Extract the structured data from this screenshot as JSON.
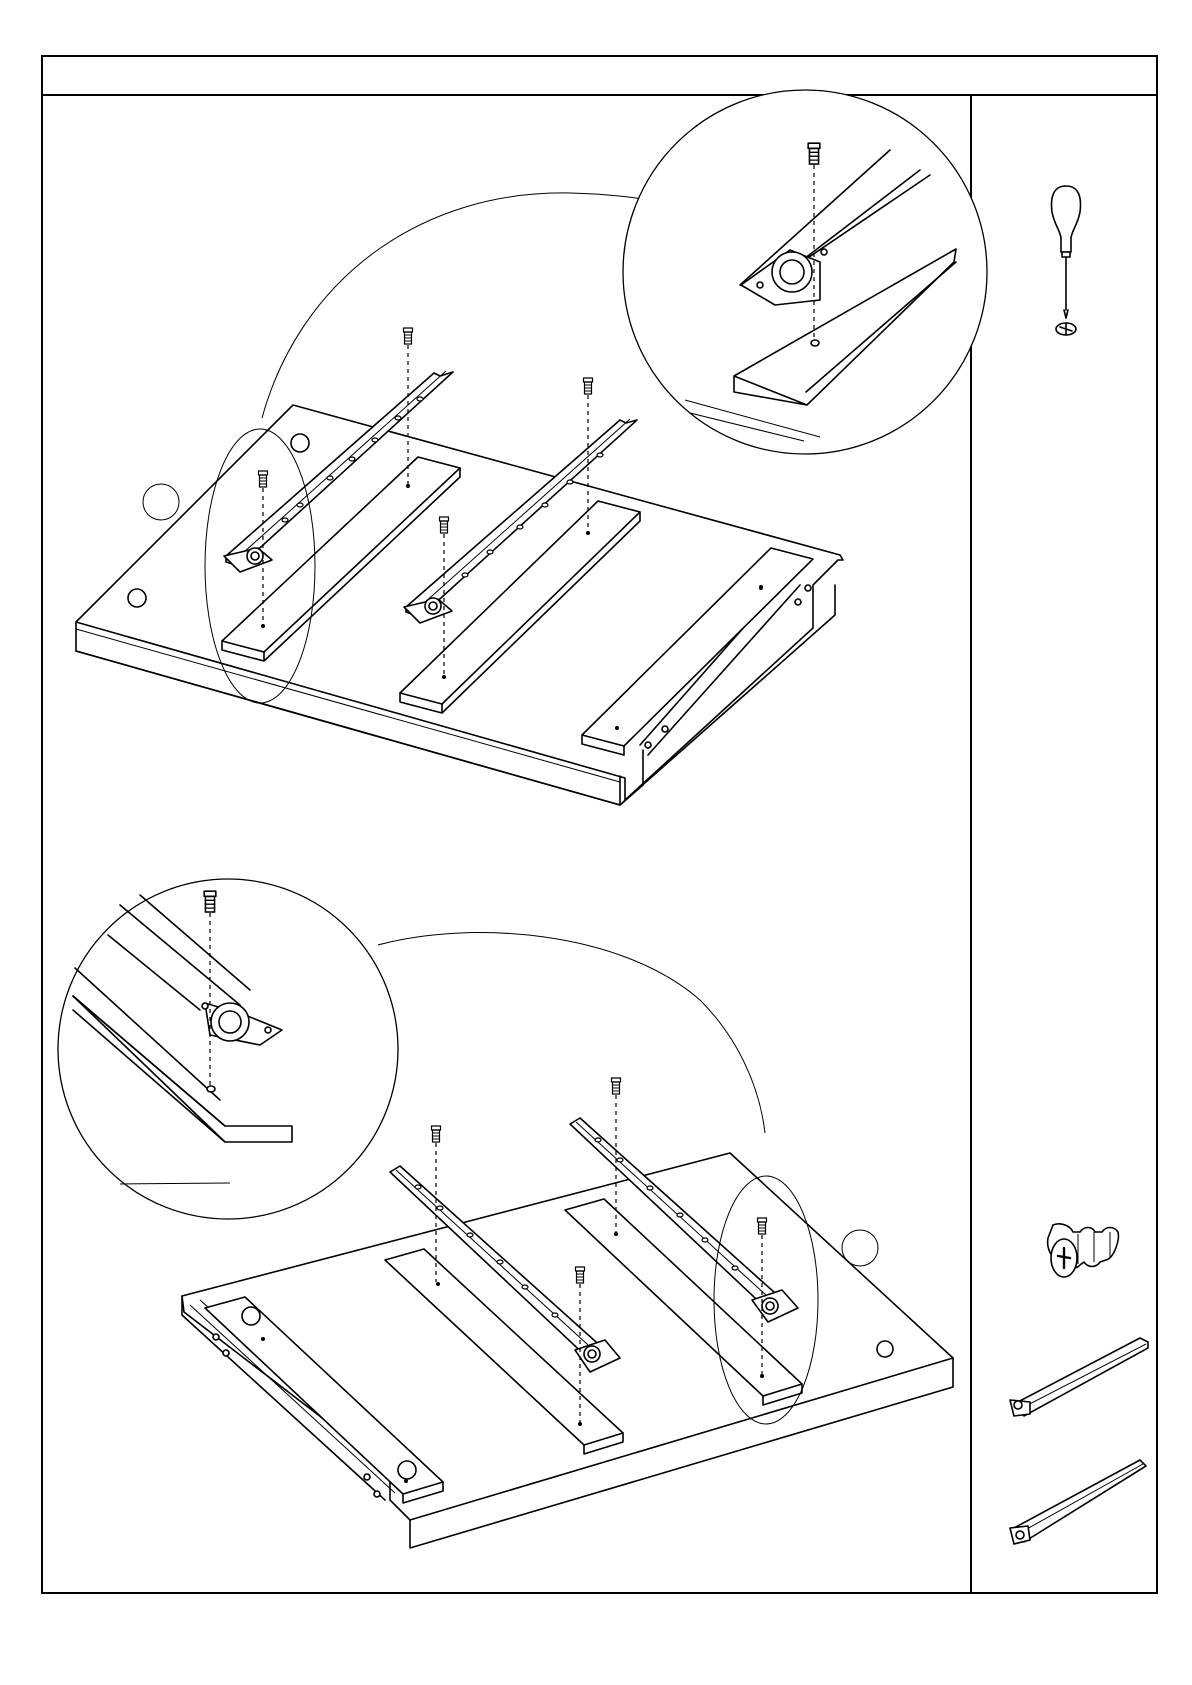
{
  "sheet": {
    "header_text": "",
    "steps": [
      {
        "id": "upper-panel",
        "callout": "detail-zoom-upper",
        "rail_count": 2,
        "screw_count": 4
      },
      {
        "id": "lower-panel",
        "callout": "detail-zoom-lower",
        "rail_count": 2,
        "screw_count": 4
      }
    ]
  },
  "sidebar": {
    "tools": [
      {
        "icon": "screwdriver-icon",
        "tip": "phillips-tip-icon"
      }
    ],
    "parts": [
      {
        "icon": "screw-icon"
      },
      {
        "icon": "drawer-slide-icon"
      },
      {
        "icon": "drawer-slide-icon"
      }
    ]
  },
  "colors": {
    "line": "#000000",
    "background": "#ffffff"
  }
}
